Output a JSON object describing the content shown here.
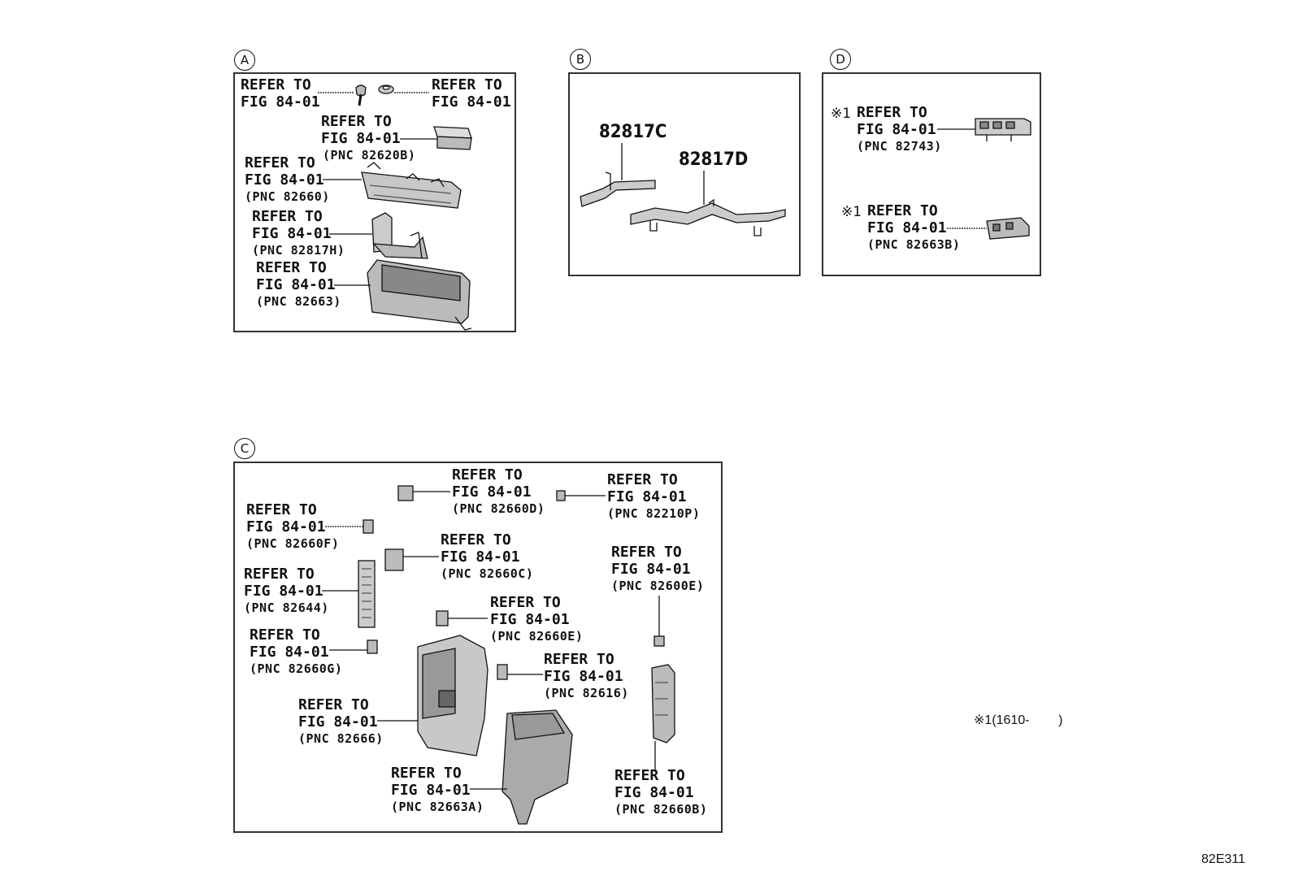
{
  "sections": {
    "a": "A",
    "b": "B",
    "c": "C",
    "d": "D"
  },
  "refer": "REFER TO",
  "fig": "FIG 84-01",
  "panel_a": {
    "pnc_82620b": "(PNC 82620B)",
    "pnc_82660": "(PNC 82660)",
    "pnc_82817h": "(PNC 82817H)",
    "pnc_82663": "(PNC 82663)"
  },
  "panel_b": {
    "part_c": "82817C",
    "part_d": "82817D"
  },
  "panel_d": {
    "mark": "※1",
    "pnc_82743": "(PNC 82743)",
    "pnc_82663b": "(PNC 82663B)"
  },
  "panel_c": {
    "pnc_82660d": "(PNC 82660D)",
    "pnc_82210p": "(PNC 82210P)",
    "pnc_82660f": "(PNC 82660F)",
    "pnc_82660c": "(PNC 82660C)",
    "pnc_82600e": "(PNC 82600E)",
    "pnc_82644": "(PNC 82644)",
    "pnc_82660e": "(PNC 82660E)",
    "pnc_82660g": "(PNC 82660G)",
    "pnc_82616": "(PNC 82616)",
    "pnc_82666": "(PNC 82666)",
    "pnc_82663a": "(PNC 82663A)",
    "pnc_82660b": "(PNC 82660B)"
  },
  "note": {
    "mark": "※1",
    "text": "(1610-        )"
  },
  "figure_code": "82E311"
}
